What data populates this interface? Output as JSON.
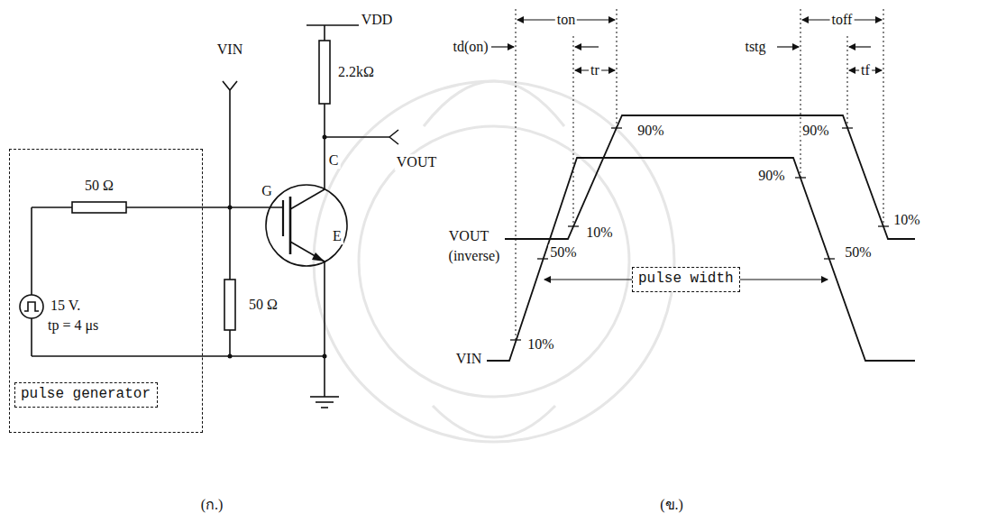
{
  "diagram": {
    "nodes": [
      {
        "text": [
          "15 V.",
          "tp = 4 μs"
        ]
      },
      {
        "text": [
          "pulse generator"
        ],
        "in": 0
      },
      {
        "text": [
          "pulse width"
        ]
      }
    ],
    "labels": [
      "VDD",
      "2.2kΩ",
      "VIN",
      "G",
      "C",
      "VOUT",
      "E",
      "50 Ω",
      "50 Ω",
      "(ก.)",
      "ton",
      "td(on)",
      "tr",
      "90%",
      "10%",
      "toff",
      "tstg",
      "90%",
      "tf",
      "10%",
      "VOUT",
      "(inverse)",
      "90%",
      "50%",
      "10%",
      "50%",
      "VIN",
      "(ข.)"
    ]
  }
}
